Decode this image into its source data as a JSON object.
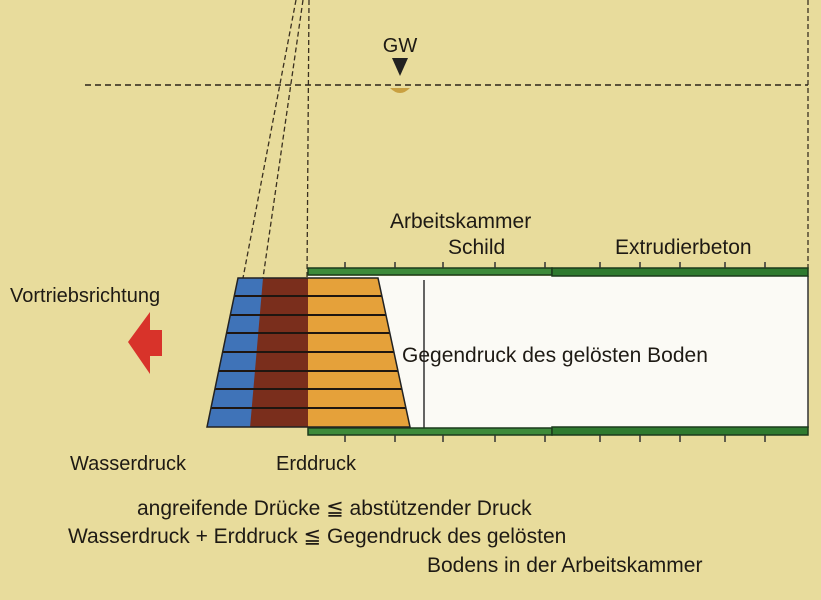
{
  "labels": {
    "groundwater": "GW",
    "direction": "Vortriebsrichtung",
    "chamber": "Arbeitskammer",
    "shield": "Schild",
    "extruded_concrete": "Extrudierbeton",
    "counter_pressure": "Gegendruck des gelösten Boden",
    "water_pressure": "Wasserdruck",
    "earth_pressure": "Erddruck"
  },
  "equations": {
    "line1": "angreifende Drücke ≦ abstützender Druck",
    "line2": "Wasserdruck + Erddruck ≦ Gegendruck des gelösten",
    "line3": "Bodens in der Arbeitskammer"
  },
  "colors": {
    "background": "#e8dc9c",
    "water": "#3f73b8",
    "earth": "#7a2e1c",
    "support": "#e5a13a",
    "shield": "#3d8a3a",
    "concrete": "#2f7a2f",
    "arrow": "#d8332a"
  }
}
